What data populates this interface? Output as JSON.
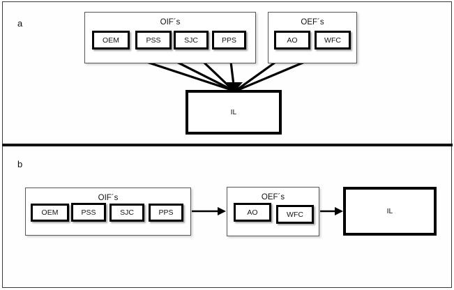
{
  "figure": {
    "panels": [
      {
        "id": "a",
        "label": "a",
        "layout": "converging",
        "groups": [
          {
            "id": "oif",
            "title": "OIF´s",
            "nodes": [
              {
                "label": "OEM"
              },
              {
                "label": "PSS"
              },
              {
                "label": "SJC"
              },
              {
                "label": "PPS"
              }
            ]
          },
          {
            "id": "oef",
            "title": "OEF´s",
            "nodes": [
              {
                "label": "AO"
              },
              {
                "label": "WFC"
              }
            ]
          }
        ],
        "target": {
          "label": "IL"
        }
      },
      {
        "id": "b",
        "label": "b",
        "layout": "sequential",
        "groups": [
          {
            "id": "oif",
            "title": "OIF´s",
            "nodes": [
              {
                "label": "OEM"
              },
              {
                "label": "PSS"
              },
              {
                "label": "SJC"
              },
              {
                "label": "PPS"
              }
            ]
          },
          {
            "id": "oef",
            "title": "OEF´s",
            "nodes": [
              {
                "label": "AO"
              },
              {
                "label": "WFC"
              }
            ]
          }
        ],
        "target": {
          "label": "IL"
        }
      }
    ],
    "colors": {
      "stroke": "#000000",
      "group_border": "#565656",
      "background": "#ffffff",
      "text": "#121212"
    }
  }
}
